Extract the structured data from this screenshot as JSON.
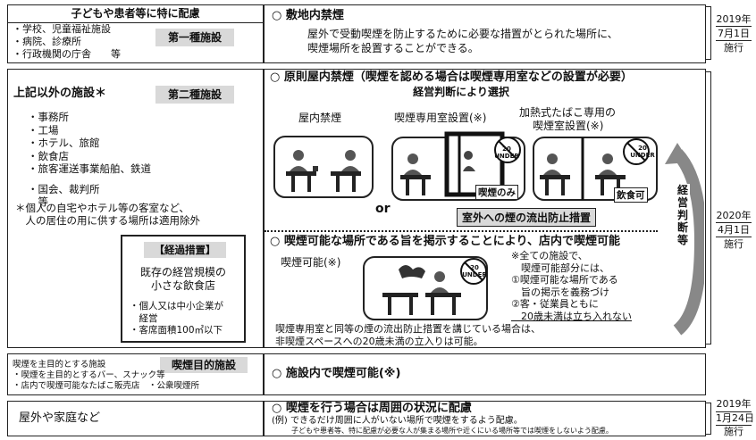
{
  "row1": {
    "header": "子どもや患者等に特に配慮",
    "items": [
      "・学校、児童福祉施設",
      "・病院、診療所",
      "・行政機関の庁舎　　等"
    ],
    "category": "第一種施設",
    "policy_title": "○ 敷地内禁煙",
    "policy_text": [
      "屋外で受動喫煙を防止するために必要な措置がとられた場所に、",
      "喫煙場所を設置することができる。"
    ],
    "date": [
      "2019年",
      "7月1日",
      "施行"
    ]
  },
  "row2": {
    "title": "上記以外の施設＊",
    "category": "第二種施設",
    "items": [
      "・事務所",
      "・工場",
      "・ホテル、旅館",
      "・飲食店",
      "・旅客運送事業船舶、鉄道",
      "",
      "・国会、裁判所",
      "　等"
    ],
    "note": [
      "＊個人の自宅やホテル等の客室など、",
      "　人の居住の用に供する場所は適用除外"
    ],
    "policy_title": "○ 原則屋内禁煙（喫煙を認める場合は喫煙専用室などの設置が必要）",
    "subtitle": "経営判断により選択",
    "options": [
      "屋内禁煙",
      "喫煙専用室設置(※)",
      "加熱式たばこ専用の"
    ],
    "option3_line2": "喫煙室設置(※)",
    "or_label": "or",
    "sign_smoke_only": "喫煙のみ",
    "sign_food_ok": "飲食可",
    "no_under_20": "20 UNDER",
    "prevention": "室外への煙の流出防止措置",
    "management": "経営判断等",
    "date": [
      "2020年",
      "4月1日",
      "施行"
    ]
  },
  "transition": {
    "title": "【経過措置】",
    "desc": [
      "既存の経営規模の",
      "小さな飲食店"
    ],
    "conditions": [
      "・個人又は中小企業が",
      "　経営",
      "・客席面積100㎡以下"
    ],
    "policy_title": "○ 喫煙可能な場所である旨を掲示することにより、店内で喫煙可能",
    "smoking_ok": "喫煙可能(※)",
    "notes": [
      "※全ての施設で、",
      "　喫煙可能部分には、",
      "①喫煙可能な場所である",
      "　旨の掲示を義務づけ",
      "②客・従業員ともに",
      "　20歳未満は立ち入れない"
    ],
    "bottom": [
      "喫煙専用室と同等の煙の流出防止措置を講じている場合は、",
      "非喫煙スペースへの20歳未満の立入りは可能。"
    ]
  },
  "row3": {
    "category": "喫煙目的施設",
    "items": [
      "喫煙を主目的とする施設",
      "・喫煙を主目的とするバー、スナック等",
      "・店内で喫煙可能なたばこ販売店　・公衆喫煙所"
    ],
    "policy_title": "○ 施設内で喫煙可能(※)"
  },
  "row4": {
    "title": "屋外や家庭など",
    "policy_title": "○ 喫煙を行う場合は周囲の状況に配慮",
    "policy_text": [
      "(例) できるだけ周囲に人がいない場所で喫煙をするよう配慮。",
      "子どもや患者等、特に配慮が必要な人が集まる場所や近くにいる場所等では喫煙をしないよう配慮。"
    ],
    "date": [
      "2019年",
      "1月24日",
      "施行"
    ]
  }
}
